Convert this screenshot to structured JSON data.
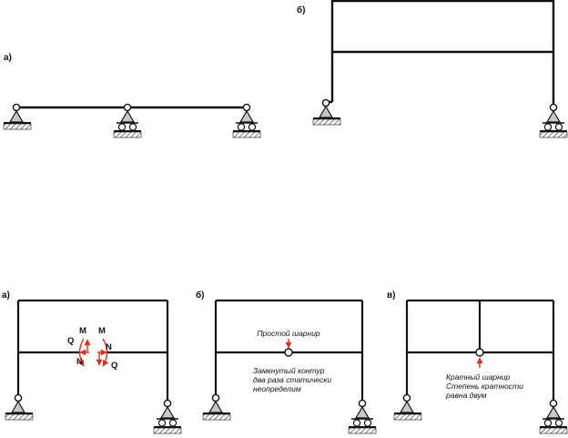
{
  "panel_labels": {
    "top_a": "а)",
    "top_b": "б)",
    "bottom_a": "а)",
    "bottom_b": "б)",
    "bottom_c": "в)"
  },
  "forces": {
    "M_left": "M",
    "M_right": "M",
    "Q_left": "Q",
    "Q_right": "Q",
    "N_left": "N",
    "N_right": "N"
  },
  "notes": {
    "simple_hinge": "Простой шарнир",
    "closed_contour_1": "Замкнутый контур",
    "closed_contour_2": "два раза статически",
    "closed_contour_3": "неопределим",
    "multiple_hinge_1": "Кратный шарнир",
    "multiple_hinge_2": "Степень кратности",
    "multiple_hinge_3": "равна двум"
  },
  "colors": {
    "line": "#111111",
    "accent": "#e03020",
    "hatch": "#444444",
    "hinge_fill": "#ffffff",
    "support_fill": "#c8c8c8"
  }
}
